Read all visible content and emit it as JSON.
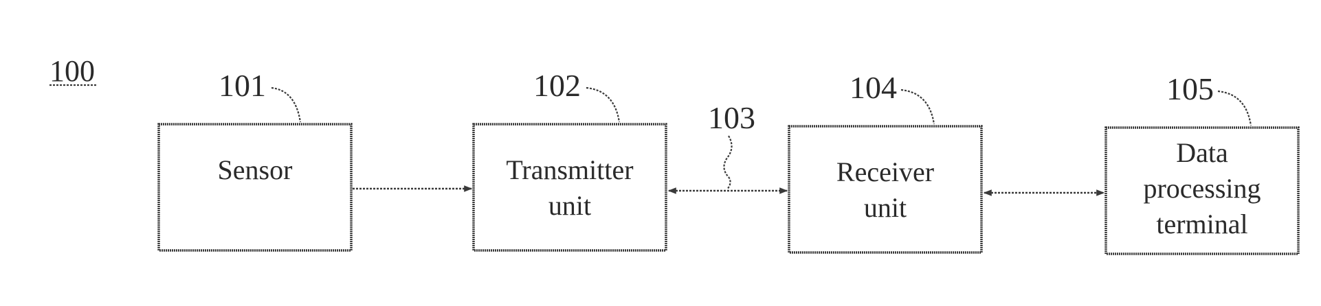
{
  "figure_ref": "100",
  "blocks": [
    {
      "ref": "101",
      "label": [
        "Sensor"
      ]
    },
    {
      "ref": "102",
      "label": [
        "Transmitter",
        "unit"
      ]
    },
    {
      "ref": "104",
      "label": [
        "Receiver",
        "unit"
      ]
    },
    {
      "ref": "105",
      "label": [
        "Data",
        "processing",
        "terminal"
      ]
    }
  ],
  "link_ref": "103",
  "colors": {
    "line": "#3a3a3a",
    "text": "#2a2a2a",
    "background": "#ffffff"
  }
}
